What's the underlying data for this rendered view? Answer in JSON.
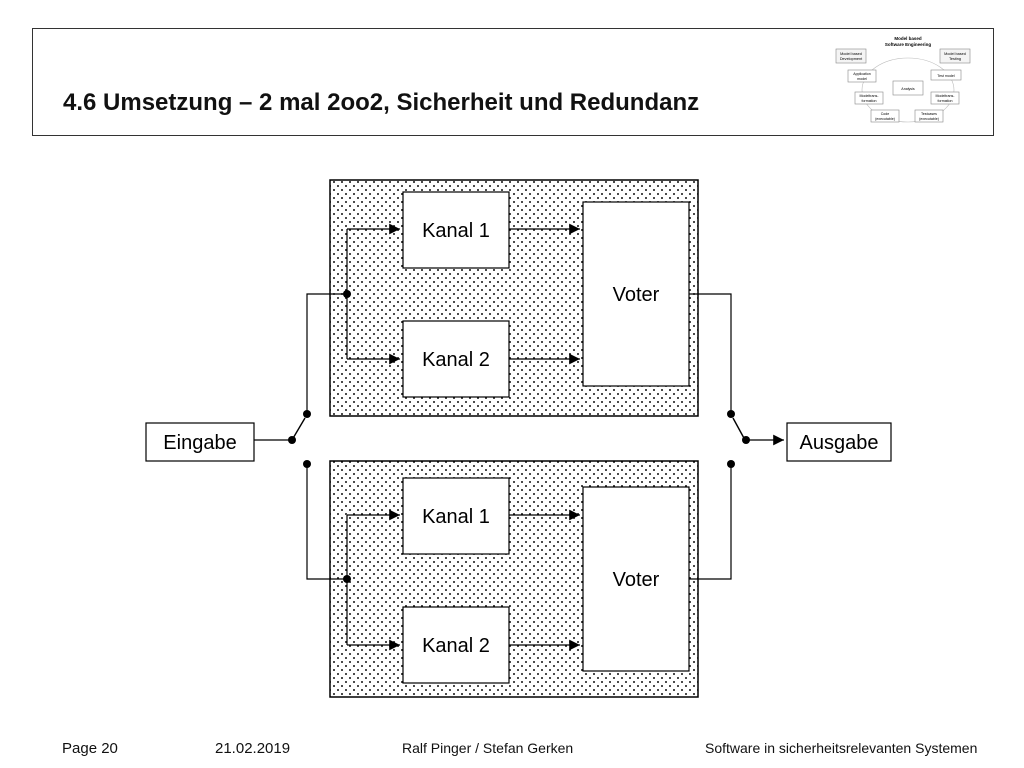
{
  "slide": {
    "title": "4.6 Umsetzung – 2 mal 2oo2, Sicherheit und Redundanz"
  },
  "thumbnail": {
    "title_line1": "Model based",
    "title_line2": "Software Engineering",
    "left_line1": "Model based",
    "left_line2": "Development",
    "right_line1": "Model based",
    "right_line2": "Testing",
    "app_line1": "Application",
    "app_line2": "model",
    "test_model": "Test model",
    "analysis": "Analysis",
    "mt_left_line1": "Modeltrans-",
    "mt_left_line2": "formation",
    "mt_right_line1": "Modeltrans-",
    "mt_right_line2": "formation",
    "code_line1": "Code",
    "code_line2": "(executable)",
    "tc_line1": "Testcases",
    "tc_line2": "(executable)"
  },
  "diagram": {
    "input_label": "Eingabe",
    "output_label": "Ausgabe",
    "upper": {
      "channel1_label": "Kanal 1",
      "channel2_label": "Kanal 2",
      "voter_label": "Voter"
    },
    "lower": {
      "channel1_label": "Kanal 1",
      "channel2_label": "Kanal 2",
      "voter_label": "Voter"
    }
  },
  "footer": {
    "page": "Page 20",
    "date": "21.02.2019",
    "authors": "Ralf Pinger / Stefan Gerken",
    "course": "Software in sicherheitsrelevanten Systemen"
  }
}
